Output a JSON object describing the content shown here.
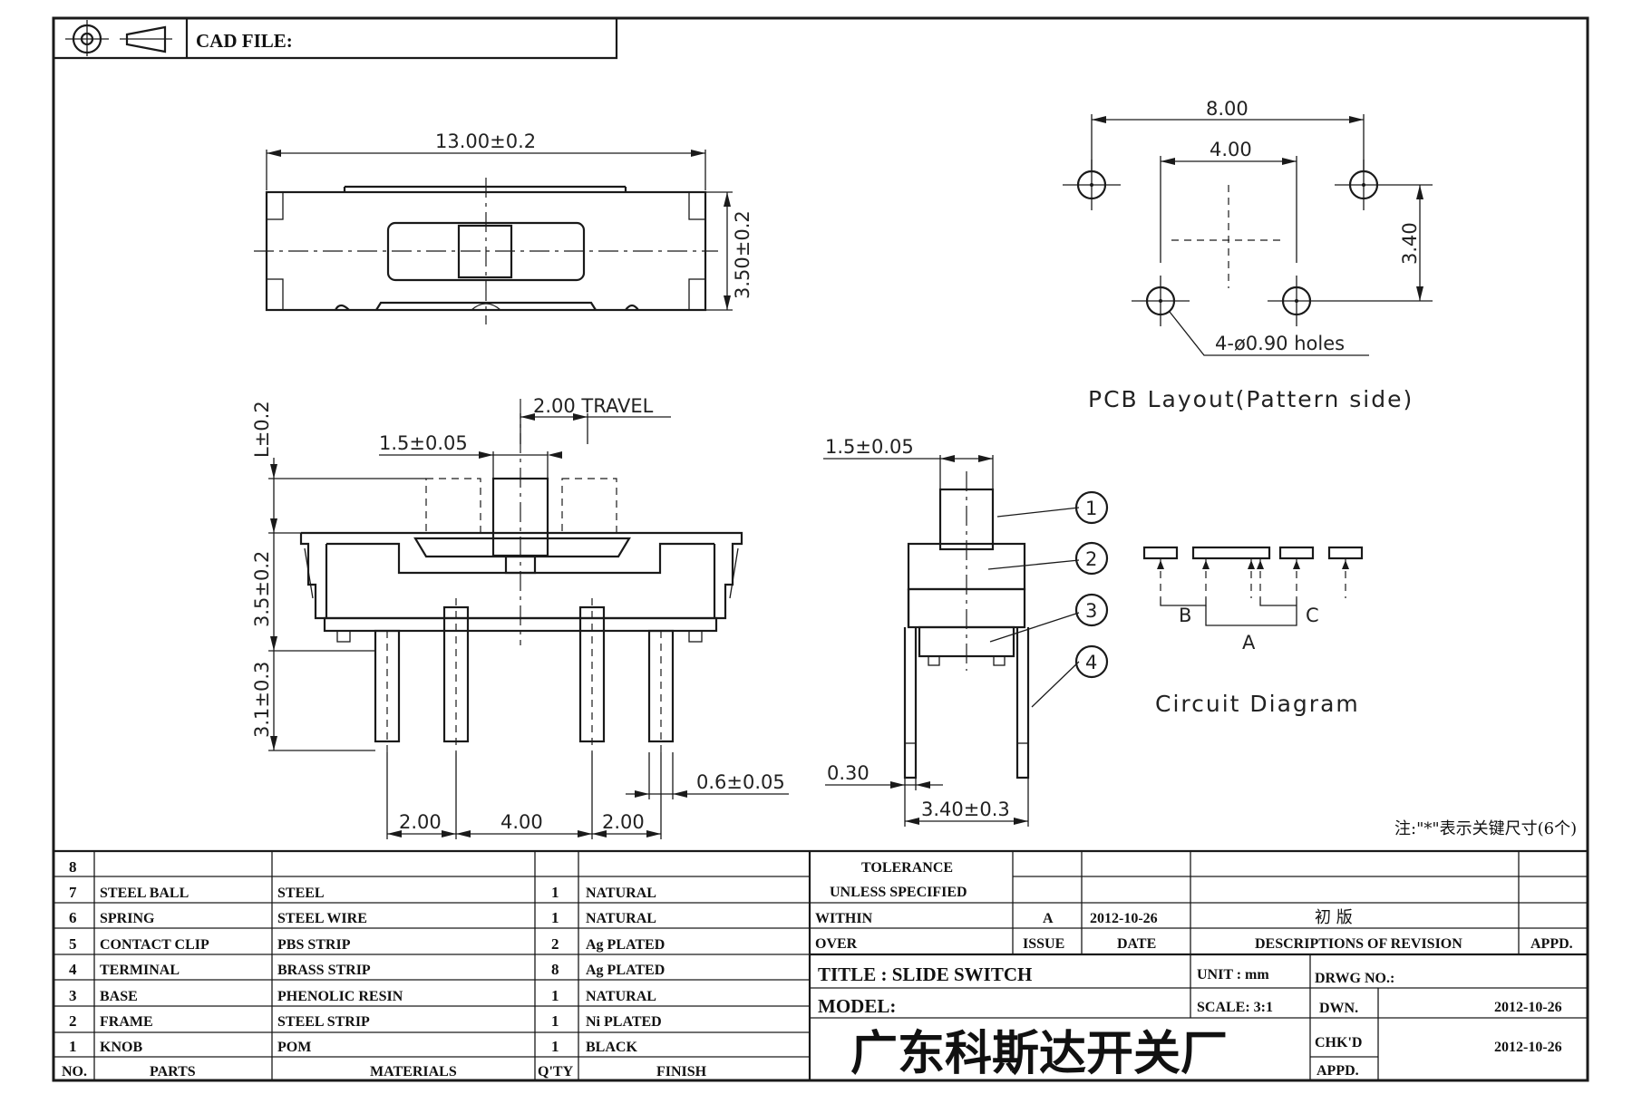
{
  "header": {
    "cad_file_label": "CAD FILE:"
  },
  "top_view": {
    "width_dim": "13.00±0.2",
    "height_dim": "3.50±0.2"
  },
  "pcb_layout": {
    "pitch_outer": "8.00",
    "pitch_inner": "4.00",
    "row_spacing": "3.40",
    "holes": "4-ø0.90  holes",
    "title": "PCB  Layout(Pattern  side)"
  },
  "front_view": {
    "travel": "2.00  TRAVEL",
    "knob_width": "1.5±0.05",
    "knob_height": "L±0.2",
    "body_height": "3.5±0.2",
    "pin_length": "3.1±0.3",
    "pin_width": "0.6±0.05",
    "pitch_left": "2.00",
    "pitch_mid": "4.00",
    "pitch_right": "2.00"
  },
  "side_view": {
    "knob_width": "1.5±0.05",
    "pin_thickness": "0.30",
    "pin_spread": "3.40±0.3",
    "callouts": [
      "1",
      "2",
      "3",
      "4"
    ]
  },
  "circuit": {
    "label_b": "B",
    "label_a": "A",
    "label_c": "C",
    "title": "Circuit  Diagram"
  },
  "note": "注:\"*\"表示关键尺寸(6个)",
  "bom": {
    "header": {
      "no": "NO.",
      "parts": "PARTS",
      "materials": "MATERIALS",
      "qty": "Q'TY",
      "finish": "FINISH"
    },
    "rows": [
      {
        "no": "8",
        "parts": "",
        "materials": "",
        "qty": "",
        "finish": ""
      },
      {
        "no": "7",
        "parts": "STEEL BALL",
        "materials": "STEEL",
        "qty": "1",
        "finish": "NATURAL"
      },
      {
        "no": "6",
        "parts": "SPRING",
        "materials": "STEEL WIRE",
        "qty": "1",
        "finish": "NATURAL"
      },
      {
        "no": "5",
        "parts": "CONTACT CLIP",
        "materials": "PBS STRIP",
        "qty": "2",
        "finish": "Ag PLATED"
      },
      {
        "no": "4",
        "parts": "TERMINAL",
        "materials": "BRASS STRIP",
        "qty": "8",
        "finish": "Ag PLATED"
      },
      {
        "no": "3",
        "parts": "BASE",
        "materials": "PHENOLIC RESIN",
        "qty": "1",
        "finish": "NATURAL"
      },
      {
        "no": "2",
        "parts": "FRAME",
        "materials": "STEEL STRIP",
        "qty": "1",
        "finish": "Ni PLATED"
      },
      {
        "no": "1",
        "parts": "KNOB",
        "materials": "POM",
        "qty": "1",
        "finish": "BLACK"
      }
    ]
  },
  "title_block": {
    "tolerance": "TOLERANCE",
    "unless_specified": "UNLESS  SPECIFIED",
    "within": "WITHIN",
    "over": "OVER",
    "rev_issue": "A",
    "rev_date": "2012-10-26",
    "rev_desc": "初  版",
    "issue_label": "ISSUE",
    "date_label": "DATE",
    "desc_label": "DESCRIPTIONS  OF  REVISION",
    "appd_label": "APPD.",
    "title": "TITLE : SLIDE SWITCH",
    "unit": "UNIT :  mm",
    "drwg_no": "DRWG  NO.:",
    "model": "MODEL:",
    "scale": "SCALE:  3:1",
    "dwn": "DWN.",
    "dwn_date": "2012-10-26",
    "chkd": "CHK'D",
    "chkd_date": "2012-10-26",
    "appd": "APPD.",
    "company": "广东科斯达开关厂"
  }
}
